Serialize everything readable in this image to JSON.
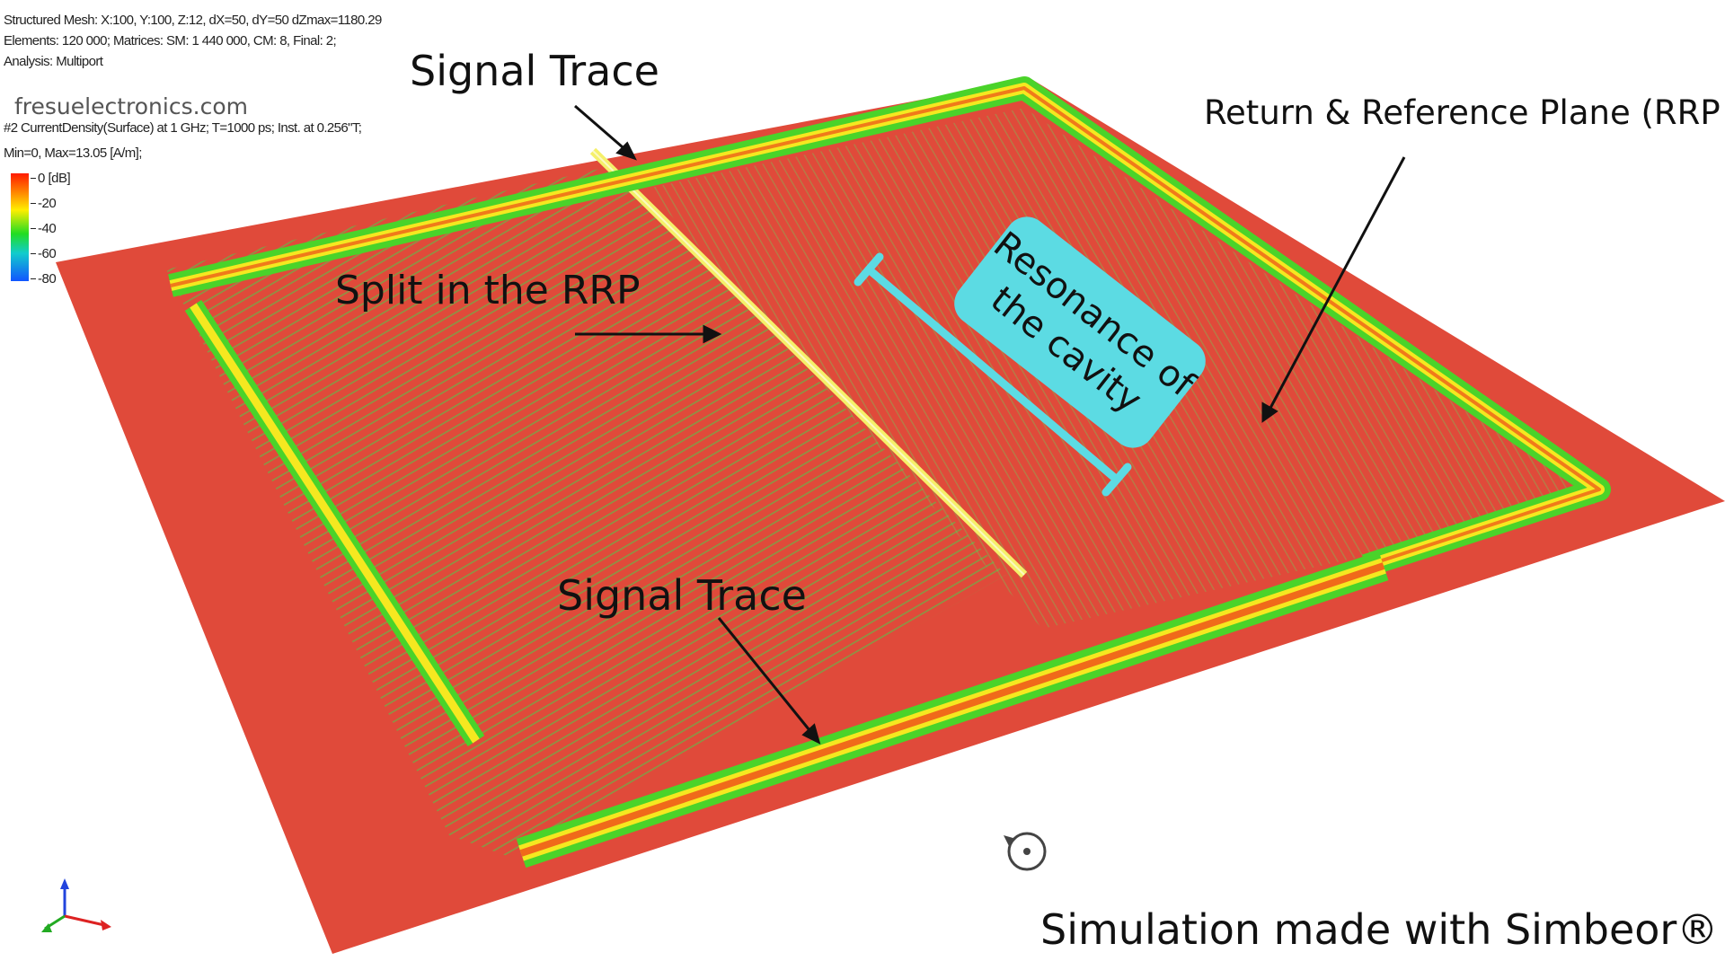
{
  "info": {
    "line1": "Structured Mesh: X:100, Y:100, Z:12, dX=50, dY=50 dZmax=1180.29",
    "line2": "Elements: 120 000; Matrices: SM: 1 440 000, CM: 8, Final: 2;",
    "line3": "Analysis: Multiport",
    "line4": "#2 CurrentDensity(Surface) at 1 GHz; T=1000 ps; Inst. at      0.256\"T;",
    "line5": "Min=0, Max=13.05 [A/m];"
  },
  "brand": "fresuelectronics.com",
  "scale": {
    "labels": [
      "0 [dB]",
      "-20",
      "-40",
      "-60",
      "-80"
    ]
  },
  "annotations": {
    "signal_trace_top": "Signal Trace",
    "split": "Split in the RRP",
    "signal_trace_bottom": "Signal Trace",
    "return_plane": "Return & Reference Plane (RRP",
    "resonance_line1": "Resonance of",
    "resonance_line2": "the cavity",
    "simulation_credit": "Simulation made with Simbeor®"
  },
  "colors": {
    "plane_red": "#e04a3a",
    "trace_yellow": "#f5e820",
    "trace_green": "#4ad32a",
    "bubble_cyan": "#5cdbe3"
  },
  "icons": [
    "orientation-axes-icon",
    "rotate-cursor-icon"
  ]
}
